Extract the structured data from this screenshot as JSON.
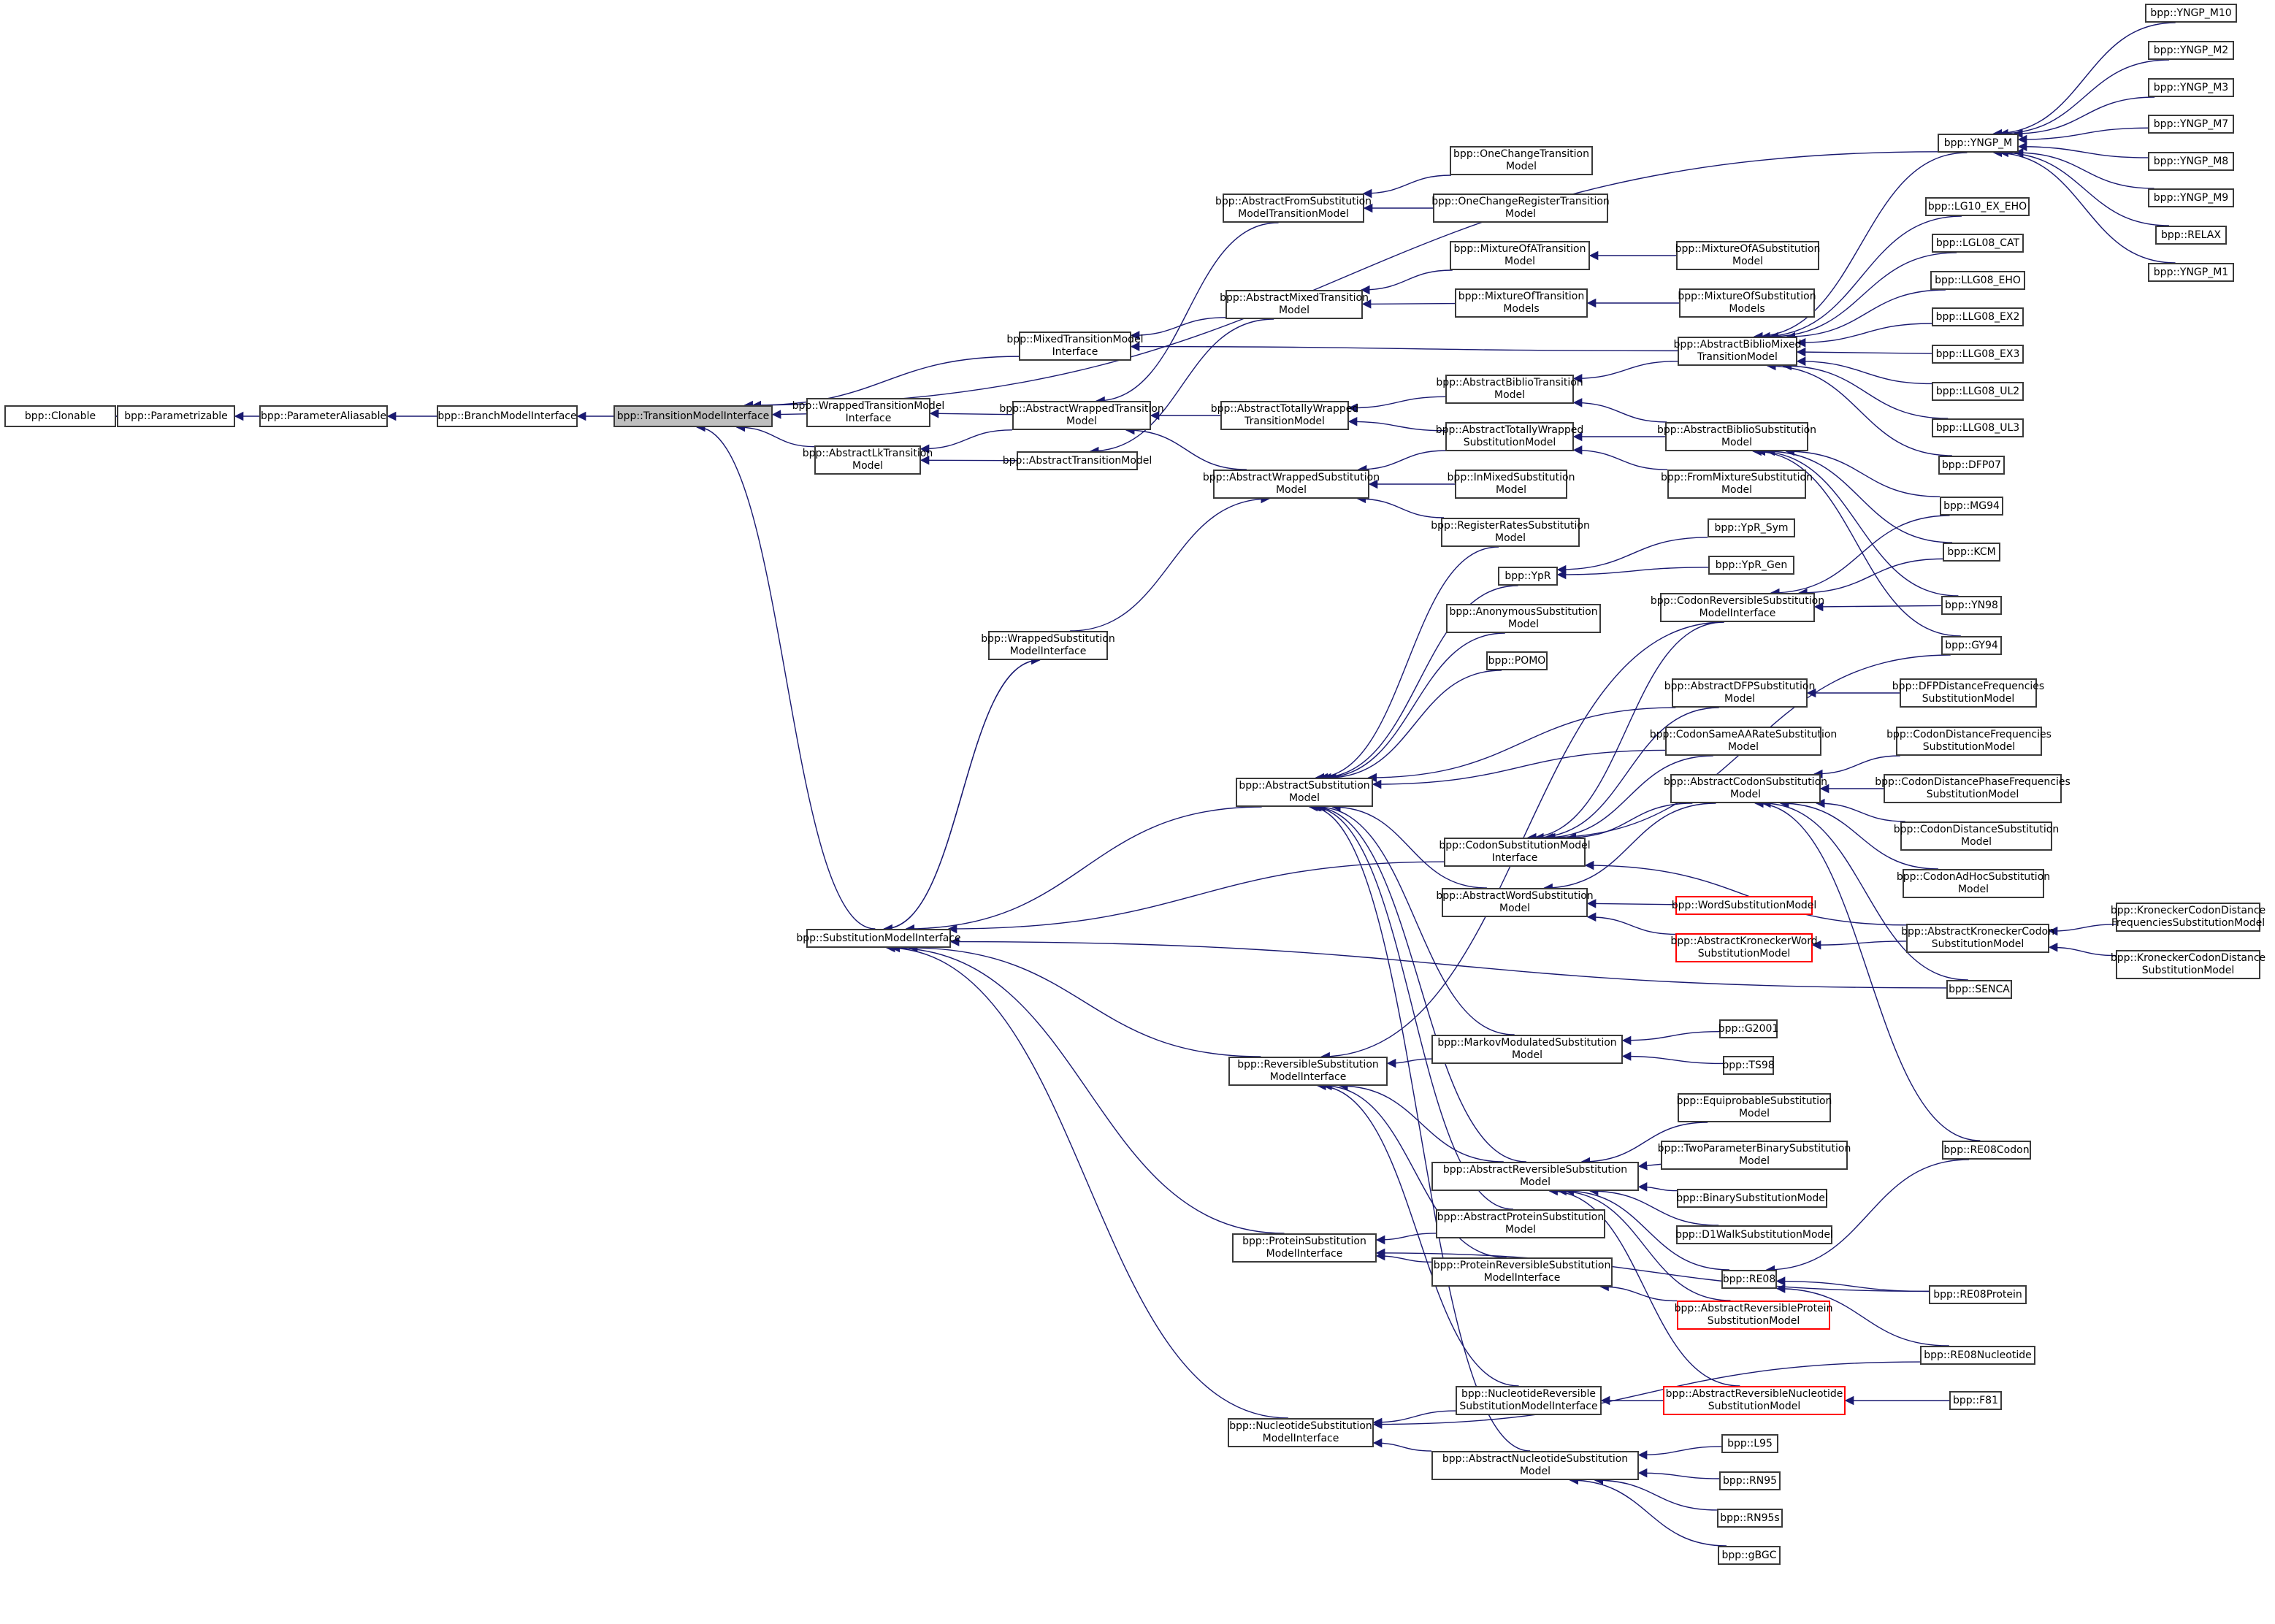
{
  "diagram": {
    "type": "inheritance-graph",
    "colors": {
      "edge": "#191970",
      "border": "#3a3a3a",
      "focus_fill": "#bfbfbf",
      "red_border": "#ff0000",
      "background": "#ffffff"
    },
    "nodes": [
      {
        "id": "clonable",
        "label": "bpp::Clonable"
      },
      {
        "id": "parametrizable",
        "label": "bpp::Parametrizable"
      },
      {
        "id": "paramaliasable",
        "label": "bpp::ParameterAliasable"
      },
      {
        "id": "branchmodel",
        "label": "bpp::BranchModelInterface"
      },
      {
        "id": "transmodel",
        "label": "bpp::TransitionModelInterface",
        "focus": true
      },
      {
        "id": "mixedtransiface",
        "label": "bpp::MixedTransitionModel\nInterface"
      },
      {
        "id": "wrappedtransiface",
        "label": "bpp::WrappedTransitionModel\nInterface"
      },
      {
        "id": "abslktrans",
        "label": "bpp::AbstractLkTransition\nModel"
      },
      {
        "id": "substiface",
        "label": "bpp::SubstitutionModelInterface"
      },
      {
        "id": "absfromsubst",
        "label": "bpp::AbstractFromSubstitution\nModelTransitionModel"
      },
      {
        "id": "absmixedtrans",
        "label": "bpp::AbstractMixedTransition\nModel"
      },
      {
        "id": "abswrappedtrans",
        "label": "bpp::AbstractWrappedTransition\nModel"
      },
      {
        "id": "abstrans",
        "label": "bpp::AbstractTransitionModel"
      },
      {
        "id": "wrappedsubstiface",
        "label": "bpp::WrappedSubstitution\nModelInterface"
      },
      {
        "id": "onechangetrans",
        "label": "bpp::OneChangeTransition\nModel"
      },
      {
        "id": "onechangereg",
        "label": "bpp::OneChangeRegisterTransition\nModel"
      },
      {
        "id": "mixofatrans",
        "label": "bpp::MixtureOfATransition\nModel"
      },
      {
        "id": "mixoftrans",
        "label": "bpp::MixtureOfTransition\nModels"
      },
      {
        "id": "mixofasubst",
        "label": "bpp::MixtureOfASubstitution\nModel"
      },
      {
        "id": "mixofsubst",
        "label": "bpp::MixtureOfSubstitution\nModels"
      },
      {
        "id": "abstotwraptrans",
        "label": "bpp::AbstractTotallyWrapped\nTransitionModel"
      },
      {
        "id": "absbibliotrans",
        "label": "bpp::AbstractBiblioTransition\nModel"
      },
      {
        "id": "abstotwrapsubst",
        "label": "bpp::AbstractTotallyWrapped\nSubstitutionModel"
      },
      {
        "id": "abswrapsubst",
        "label": "bpp::AbstractWrappedSubstitution\nModel"
      },
      {
        "id": "inmixed",
        "label": "bpp::InMixedSubstitution\nModel"
      },
      {
        "id": "regrates",
        "label": "bpp::RegisterRatesSubstitution\nModel"
      },
      {
        "id": "absbibliomixed",
        "label": "bpp::AbstractBiblioMixed\nTransitionModel"
      },
      {
        "id": "absbibliosubst",
        "label": "bpp::AbstractBiblioSubstitution\nModel"
      },
      {
        "id": "frommixture",
        "label": "bpp::FromMixtureSubstitution\nModel"
      },
      {
        "id": "yngpm",
        "label": "bpp::YNGP_M"
      },
      {
        "id": "yngpm10",
        "label": "bpp::YNGP_M10"
      },
      {
        "id": "yngpm2",
        "label": "bpp::YNGP_M2"
      },
      {
        "id": "yngpm3",
        "label": "bpp::YNGP_M3"
      },
      {
        "id": "yngpm7",
        "label": "bpp::YNGP_M7"
      },
      {
        "id": "yngpm8",
        "label": "bpp::YNGP_M8"
      },
      {
        "id": "yngpm9",
        "label": "bpp::YNGP_M9"
      },
      {
        "id": "relax",
        "label": "bpp::RELAX"
      },
      {
        "id": "yngpm1",
        "label": "bpp::YNGP_M1"
      },
      {
        "id": "lg10",
        "label": "bpp::LG10_EX_EHO"
      },
      {
        "id": "lgl08cat",
        "label": "bpp::LGL08_CAT"
      },
      {
        "id": "llg08eho",
        "label": "bpp::LLG08_EHO"
      },
      {
        "id": "llg08ex2",
        "label": "bpp::LLG08_EX2"
      },
      {
        "id": "llg08ex3",
        "label": "bpp::LLG08_EX3"
      },
      {
        "id": "llg08ul2",
        "label": "bpp::LLG08_UL2"
      },
      {
        "id": "llg08ul3",
        "label": "bpp::LLG08_UL3"
      },
      {
        "id": "dfp07",
        "label": "bpp::DFP07"
      },
      {
        "id": "mg94",
        "label": "bpp::MG94"
      },
      {
        "id": "kcm",
        "label": "bpp::KCM"
      },
      {
        "id": "yn98",
        "label": "bpp::YN98"
      },
      {
        "id": "gy94",
        "label": "bpp::GY94"
      },
      {
        "id": "ypr",
        "label": "bpp::YpR"
      },
      {
        "id": "yprsym",
        "label": "bpp::YpR_Sym"
      },
      {
        "id": "yprgen",
        "label": "bpp::YpR_Gen"
      },
      {
        "id": "codonrevsubstiface",
        "label": "bpp::CodonReversibleSubstitution\nModelInterface"
      },
      {
        "id": "anonymous",
        "label": "bpp::AnonymousSubstitution\nModel"
      },
      {
        "id": "pomo",
        "label": "bpp::POMO"
      },
      {
        "id": "absdfp",
        "label": "bpp::AbstractDFPSubstitution\nModel"
      },
      {
        "id": "dfpdist",
        "label": "bpp::DFPDistanceFrequencies\nSubstitutionModel"
      },
      {
        "id": "codonsameaa",
        "label": "bpp::CodonSameAARateSubstitution\nModel"
      },
      {
        "id": "abssubst",
        "label": "bpp::AbstractSubstitution\nModel"
      },
      {
        "id": "abscodonsubst",
        "label": "bpp::AbstractCodonSubstitution\nModel"
      },
      {
        "id": "codondistfreq",
        "label": "bpp::CodonDistanceFrequencies\nSubstitutionModel"
      },
      {
        "id": "codondistphase",
        "label": "bpp::CodonDistancePhaseFrequencies\nSubstitutionModel"
      },
      {
        "id": "codondist",
        "label": "bpp::CodonDistanceSubstitution\nModel"
      },
      {
        "id": "codonadhoc",
        "label": "bpp::CodonAdHocSubstitution\nModel"
      },
      {
        "id": "codonsubstiface",
        "label": "bpp::CodonSubstitutionModel\nInterface"
      },
      {
        "id": "abswordsubst",
        "label": "bpp::AbstractWordSubstitution\nModel"
      },
      {
        "id": "wordsubst",
        "label": "bpp::WordSubstitutionModel",
        "red": true
      },
      {
        "id": "abskronword",
        "label": "bpp::AbstractKroneckerWord\nSubstitutionModel",
        "red": true
      },
      {
        "id": "abskroncodon",
        "label": "bpp::AbstractKroneckerCodon\nSubstitutionModel"
      },
      {
        "id": "kronfreq",
        "label": "bpp::KroneckerCodonDistance\nFrequenciesSubstitutionModel"
      },
      {
        "id": "krondist",
        "label": "bpp::KroneckerCodonDistance\nSubstitutionModel"
      },
      {
        "id": "senca",
        "label": "bpp::SENCA"
      },
      {
        "id": "revsubstiface",
        "label": "bpp::ReversibleSubstitution\nModelInterface"
      },
      {
        "id": "markovmod",
        "label": "bpp::MarkovModulatedSubstitution\nModel"
      },
      {
        "id": "g2001",
        "label": "bpp::G2001"
      },
      {
        "id": "ts98",
        "label": "bpp::TS98"
      },
      {
        "id": "equiprob",
        "label": "bpp::EquiprobableSubstitution\nModel"
      },
      {
        "id": "twoparam",
        "label": "bpp::TwoParameterBinarySubstitution\nModel"
      },
      {
        "id": "absrevsubst",
        "label": "bpp::AbstractReversibleSubstitution\nModel"
      },
      {
        "id": "binary",
        "label": "bpp::BinarySubstitutionModel"
      },
      {
        "id": "d1walk",
        "label": "bpp::D1WalkSubstitutionModel"
      },
      {
        "id": "re08codon",
        "label": "bpp::RE08Codon"
      },
      {
        "id": "protsubstiface",
        "label": "bpp::ProteinSubstitution\nModelInterface"
      },
      {
        "id": "absprotsubst",
        "label": "bpp::AbstractProteinSubstitution\nModel"
      },
      {
        "id": "protrevsubstiface",
        "label": "bpp::ProteinReversibleSubstitution\nModelInterface"
      },
      {
        "id": "re08",
        "label": "bpp::RE08"
      },
      {
        "id": "re08protein",
        "label": "bpp::RE08Protein"
      },
      {
        "id": "absrevprot",
        "label": "bpp::AbstractReversibleProtein\nSubstitutionModel",
        "red": true
      },
      {
        "id": "re08nucleotide",
        "label": "bpp::RE08Nucleotide"
      },
      {
        "id": "nucsubstiface",
        "label": "bpp::NucleotideSubstitution\nModelInterface"
      },
      {
        "id": "nucrevsubstiface",
        "label": "bpp::NucleotideReversible\nSubstitutionModelInterface"
      },
      {
        "id": "absrevnuc",
        "label": "bpp::AbstractReversibleNucleotide\nSubstitutionModel",
        "red": true
      },
      {
        "id": "f81",
        "label": "bpp::F81"
      },
      {
        "id": "absnucsubst",
        "label": "bpp::AbstractNucleotideSubstitution\nModel"
      },
      {
        "id": "l95",
        "label": "bpp::L95"
      },
      {
        "id": "rn95",
        "label": "bpp::RN95"
      },
      {
        "id": "rn95s",
        "label": "bpp::RN95s"
      },
      {
        "id": "gbgc",
        "label": "bpp::gBGC"
      }
    ],
    "edges": [
      [
        "parametrizable",
        "clonable"
      ],
      [
        "paramaliasable",
        "parametrizable"
      ],
      [
        "branchmodel",
        "paramaliasable"
      ],
      [
        "transmodel",
        "branchmodel"
      ],
      [
        "mixedtransiface",
        "transmodel"
      ],
      [
        "wrappedtransiface",
        "transmodel"
      ],
      [
        "abslktrans",
        "transmodel"
      ],
      [
        "substiface",
        "transmodel"
      ],
      [
        "yngpm",
        "transmodel"
      ],
      [
        "absfromsubst",
        "abswrappedtrans"
      ],
      [
        "absmixedtrans",
        "mixedtransiface"
      ],
      [
        "absbibliomixed",
        "mixedtransiface"
      ],
      [
        "abswrappedtrans",
        "wrappedtransiface"
      ],
      [
        "abswrappedtrans",
        "abslktrans"
      ],
      [
        "abstrans",
        "abslktrans"
      ],
      [
        "absmixedtrans",
        "abstrans"
      ],
      [
        "onechangetrans",
        "absfromsubst"
      ],
      [
        "onechangereg",
        "absfromsubst"
      ],
      [
        "mixofatrans",
        "absmixedtrans"
      ],
      [
        "mixoftrans",
        "absmixedtrans"
      ],
      [
        "mixofasubst",
        "mixofatrans"
      ],
      [
        "mixofsubst",
        "mixoftrans"
      ],
      [
        "abstotwraptrans",
        "abswrappedtrans"
      ],
      [
        "abswrapsubst",
        "abswrappedtrans"
      ],
      [
        "absbibliotrans",
        "abstotwraptrans"
      ],
      [
        "abstotwrapsubst",
        "abstotwraptrans"
      ],
      [
        "absbibliomixed",
        "absbibliotrans"
      ],
      [
        "absbibliosubst",
        "absbibliotrans"
      ],
      [
        "absbibliosubst",
        "abstotwrapsubst"
      ],
      [
        "frommixture",
        "abstotwrapsubst"
      ],
      [
        "abstotwrapsubst",
        "abswrapsubst"
      ],
      [
        "inmixed",
        "abswrapsubst"
      ],
      [
        "regrates",
        "abswrapsubst"
      ],
      [
        "wrappedsubstiface",
        "abswrapsubst"
      ],
      [
        "substiface",
        "wrappedsubstiface"
      ],
      [
        "wrappedsubstiface",
        "substiface"
      ],
      [
        "yngpm10",
        "yngpm"
      ],
      [
        "yngpm2",
        "yngpm"
      ],
      [
        "yngpm3",
        "yngpm"
      ],
      [
        "yngpm7",
        "yngpm"
      ],
      [
        "yngpm8",
        "yngpm"
      ],
      [
        "yngpm9",
        "yngpm"
      ],
      [
        "relax",
        "yngpm"
      ],
      [
        "yngpm1",
        "yngpm"
      ],
      [
        "yngpm",
        "absbibliomixed"
      ],
      [
        "lg10",
        "absbibliomixed"
      ],
      [
        "lgl08cat",
        "absbibliomixed"
      ],
      [
        "llg08eho",
        "absbibliomixed"
      ],
      [
        "llg08ex2",
        "absbibliomixed"
      ],
      [
        "llg08ex3",
        "absbibliomixed"
      ],
      [
        "llg08ul2",
        "absbibliomixed"
      ],
      [
        "llg08ul3",
        "absbibliomixed"
      ],
      [
        "dfp07",
        "absbibliomixed"
      ],
      [
        "mg94",
        "absbibliosubst"
      ],
      [
        "kcm",
        "absbibliosubst"
      ],
      [
        "yn98",
        "absbibliosubst"
      ],
      [
        "gy94",
        "absbibliosubst"
      ],
      [
        "mg94",
        "codonrevsubstiface"
      ],
      [
        "kcm",
        "codonrevsubstiface"
      ],
      [
        "yn98",
        "codonrevsubstiface"
      ],
      [
        "gy94",
        "codonsubstiface"
      ],
      [
        "yprsym",
        "ypr"
      ],
      [
        "yprgen",
        "ypr"
      ],
      [
        "regrates",
        "abssubst"
      ],
      [
        "ypr",
        "abssubst"
      ],
      [
        "anonymous",
        "abssubst"
      ],
      [
        "pomo",
        "abssubst"
      ],
      [
        "absdfp",
        "abssubst"
      ],
      [
        "codonsameaa",
        "abssubst"
      ],
      [
        "abswordsubst",
        "abssubst"
      ],
      [
        "markovmod",
        "abssubst"
      ],
      [
        "absrevsubst",
        "abssubst"
      ],
      [
        "absprotsubst",
        "abssubst"
      ],
      [
        "absnucsubst",
        "abssubst"
      ],
      [
        "abssubst",
        "substiface"
      ],
      [
        "codonsubstiface",
        "substiface"
      ],
      [
        "revsubstiface",
        "substiface"
      ],
      [
        "protsubstiface",
        "substiface"
      ],
      [
        "nucsubstiface",
        "substiface"
      ],
      [
        "senca",
        "substiface"
      ],
      [
        "dfpdist",
        "absdfp"
      ],
      [
        "codonrevsubstiface",
        "codonsubstiface"
      ],
      [
        "absdfp",
        "codonsubstiface"
      ],
      [
        "codonsameaa",
        "codonsubstiface"
      ],
      [
        "abscodonsubst",
        "codonsubstiface"
      ],
      [
        "abskroncodon",
        "codonsubstiface"
      ],
      [
        "codondistfreq",
        "abscodonsubst"
      ],
      [
        "codondistphase",
        "abscodonsubst"
      ],
      [
        "codondist",
        "abscodonsubst"
      ],
      [
        "codonadhoc",
        "abscodonsubst"
      ],
      [
        "senca",
        "abscodonsubst"
      ],
      [
        "re08codon",
        "abscodonsubst"
      ],
      [
        "abscodonsubst",
        "abswordsubst"
      ],
      [
        "wordsubst",
        "abswordsubst"
      ],
      [
        "abskronword",
        "abswordsubst"
      ],
      [
        "abskroncodon",
        "abskronword"
      ],
      [
        "kronfreq",
        "abskroncodon"
      ],
      [
        "krondist",
        "abskroncodon"
      ],
      [
        "codonrevsubstiface",
        "revsubstiface"
      ],
      [
        "markovmod",
        "revsubstiface"
      ],
      [
        "absrevsubst",
        "revsubstiface"
      ],
      [
        "protrevsubstiface",
        "revsubstiface"
      ],
      [
        "nucrevsubstiface",
        "revsubstiface"
      ],
      [
        "g2001",
        "markovmod"
      ],
      [
        "ts98",
        "markovmod"
      ],
      [
        "equiprob",
        "absrevsubst"
      ],
      [
        "twoparam",
        "absrevsubst"
      ],
      [
        "binary",
        "absrevsubst"
      ],
      [
        "d1walk",
        "absrevsubst"
      ],
      [
        "re08",
        "absrevsubst"
      ],
      [
        "absrevprot",
        "absrevsubst"
      ],
      [
        "absrevnuc",
        "absrevsubst"
      ],
      [
        "re08codon",
        "re08"
      ],
      [
        "re08protein",
        "re08"
      ],
      [
        "re08nucleotide",
        "re08"
      ],
      [
        "absprotsubst",
        "protsubstiface"
      ],
      [
        "protrevsubstiface",
        "protsubstiface"
      ],
      [
        "re08protein",
        "protsubstiface"
      ],
      [
        "absrevprot",
        "protrevsubstiface"
      ],
      [
        "nucrevsubstiface",
        "nucsubstiface"
      ],
      [
        "absnucsubst",
        "nucsubstiface"
      ],
      [
        "re08nucleotide",
        "nucsubstiface"
      ],
      [
        "absrevnuc",
        "nucrevsubstiface"
      ],
      [
        "f81",
        "absrevnuc"
      ],
      [
        "l95",
        "absnucsubst"
      ],
      [
        "rn95",
        "absnucsubst"
      ],
      [
        "rn95s",
        "absnucsubst"
      ],
      [
        "gbgc",
        "absnucsubst"
      ]
    ]
  }
}
